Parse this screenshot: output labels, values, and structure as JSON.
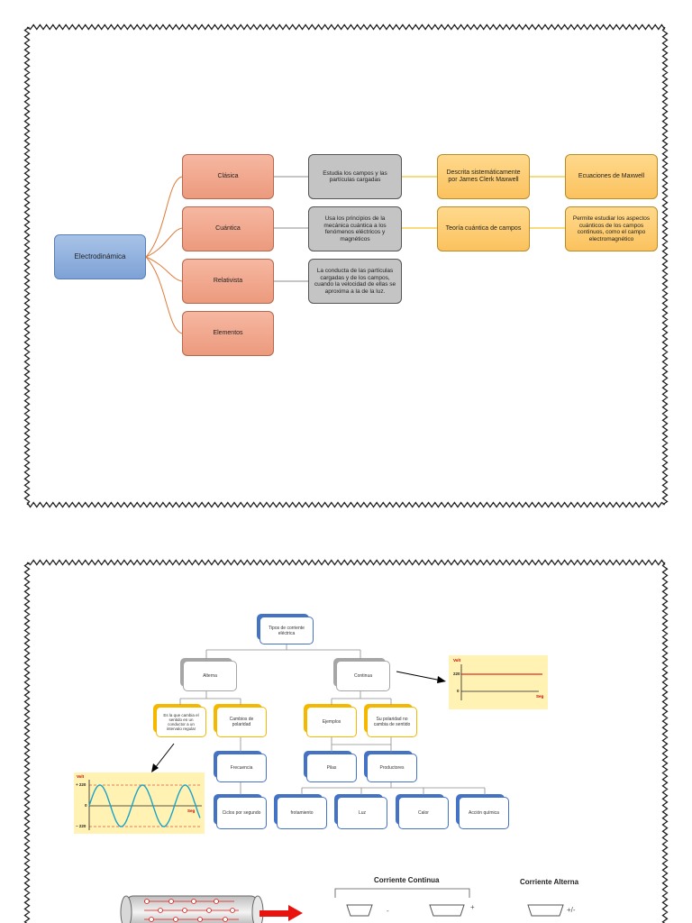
{
  "map1": {
    "root": "Electrodinámica",
    "branches": [
      "Clásica",
      "Cuántica",
      "Relativista",
      "Elementos"
    ],
    "descriptions": [
      "Estudia los campos y las partículas cargadas",
      "Usa los principios de la mecánica cuántica a los fenómenos eléctricos y magnéticos",
      "La conducta de las partículas cargadas y de los campos, cuando la velocidad de ellas se aproxima a la de la luz."
    ],
    "details": [
      "Descrita sistemáticamente por James Clerk Maxwell",
      "Teoría cuántica de campos"
    ],
    "results": [
      "Ecuaciones de Maxwell",
      "Permite estudiar los aspectos cuánticos de los campos continuos, como el campo electromagnético"
    ]
  },
  "map2": {
    "root": "Tipos de corriente eléctrica",
    "alterna": "Alterna",
    "continua": "Continua",
    "alterna_def": "Es la que cambia el sentido en un conductor a un intervalo regular",
    "cambios": "Cambios de polaridad",
    "frecuencia": "Frecuencia",
    "ciclos": "Ciclos por segundo",
    "ejemplos": "Ejemplos",
    "polaridad": "Su polaridad no cambia de sentido",
    "pilas": "Pilas",
    "productores": "Productores",
    "sources": [
      "frotamiento",
      "Luz",
      "Calor",
      "Acción química"
    ]
  },
  "dc_graph": {
    "volt": "Volt",
    "level": "220",
    "zero": "0",
    "seg": "Seg"
  },
  "ac_graph": {
    "volt": "Volt",
    "plus": "+ 220",
    "zero": "0",
    "minus": "− 220",
    "seg": "Seg"
  },
  "bottom": {
    "continua_title": "Corriente Continua",
    "alterna_title": "Corriente Alterna",
    "minus": "-",
    "plus": "+",
    "plusminus": "+/-"
  },
  "colors": {
    "border": "#222222",
    "connector_orange": "#e07b39",
    "connector_gold": "#f0b400",
    "arrow_red": "#e8130f"
  }
}
